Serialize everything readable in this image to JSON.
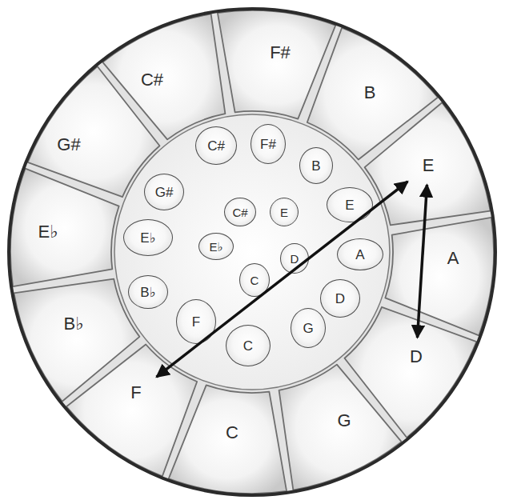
{
  "diagram": {
    "nodes": [
      {
        "text": [
          "F#"
        ]
      },
      {
        "text": [
          "B"
        ]
      },
      {
        "text": [
          "E"
        ]
      },
      {
        "text": [
          "A"
        ]
      },
      {
        "text": [
          "D"
        ]
      },
      {
        "text": [
          "G"
        ]
      },
      {
        "text": [
          "C"
        ]
      },
      {
        "text": [
          "F"
        ]
      },
      {
        "text": [
          "B♭"
        ]
      },
      {
        "text": [
          "E♭"
        ]
      },
      {
        "text": [
          "G#"
        ]
      },
      {
        "text": [
          "C#"
        ]
      },
      {
        "text": [
          "C#"
        ]
      },
      {
        "text": [
          "F#"
        ]
      },
      {
        "text": [
          "B"
        ]
      },
      {
        "text": [
          "E"
        ]
      },
      {
        "text": [
          "A"
        ]
      },
      {
        "text": [
          "D"
        ]
      },
      {
        "text": [
          "G"
        ]
      },
      {
        "text": [
          "C"
        ]
      },
      {
        "text": [
          "F"
        ]
      },
      {
        "text": [
          "B♭"
        ]
      },
      {
        "text": [
          "E♭"
        ]
      },
      {
        "text": [
          "G#"
        ]
      },
      {
        "text": [
          "C#"
        ]
      },
      {
        "text": [
          "E"
        ]
      },
      {
        "text": [
          "D"
        ]
      },
      {
        "text": [
          "C"
        ]
      },
      {
        "text": [
          "E♭"
        ]
      }
    ],
    "edges": [
      {
        "from": 7,
        "to": 2,
        "arrow": "both"
      },
      {
        "from": 2,
        "to": 4,
        "arrow": "both"
      }
    ]
  }
}
